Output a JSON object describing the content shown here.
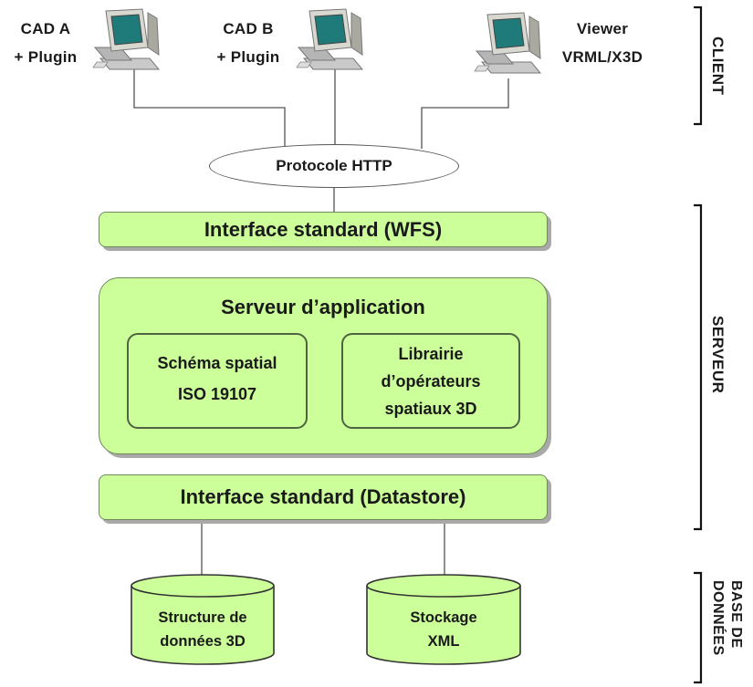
{
  "clients": [
    {
      "line1": "CAD A",
      "line2": "+ Plugin"
    },
    {
      "line1": "CAD B",
      "line2": "+ Plugin"
    },
    {
      "line1": "Viewer",
      "line2": "VRML/X3D"
    }
  ],
  "protocol": "Protocole HTTP",
  "server": {
    "wfs_interface": "Interface standard (WFS)",
    "app_server": "Serveur d’application",
    "spatial_schema": {
      "line1": "Schéma spatial",
      "line2": "ISO 19107"
    },
    "operators": {
      "line1": "Librairie",
      "line2": "d’opérateurs",
      "line3": "spatiaux 3D"
    },
    "datastore_interface": "Interface standard (Datastore)"
  },
  "databases": [
    {
      "line1": "Structure de",
      "line2": "données 3D"
    },
    {
      "line1": "Stockage",
      "line2": "XML"
    }
  ],
  "tiers": {
    "client": "CLIENT",
    "server": "SERVEUR",
    "database": "BASE DE DONNÉES"
  },
  "colors": {
    "box_fill": "#ccff99",
    "box_border": "#4f6342",
    "shadow": "#a9a9a9"
  }
}
